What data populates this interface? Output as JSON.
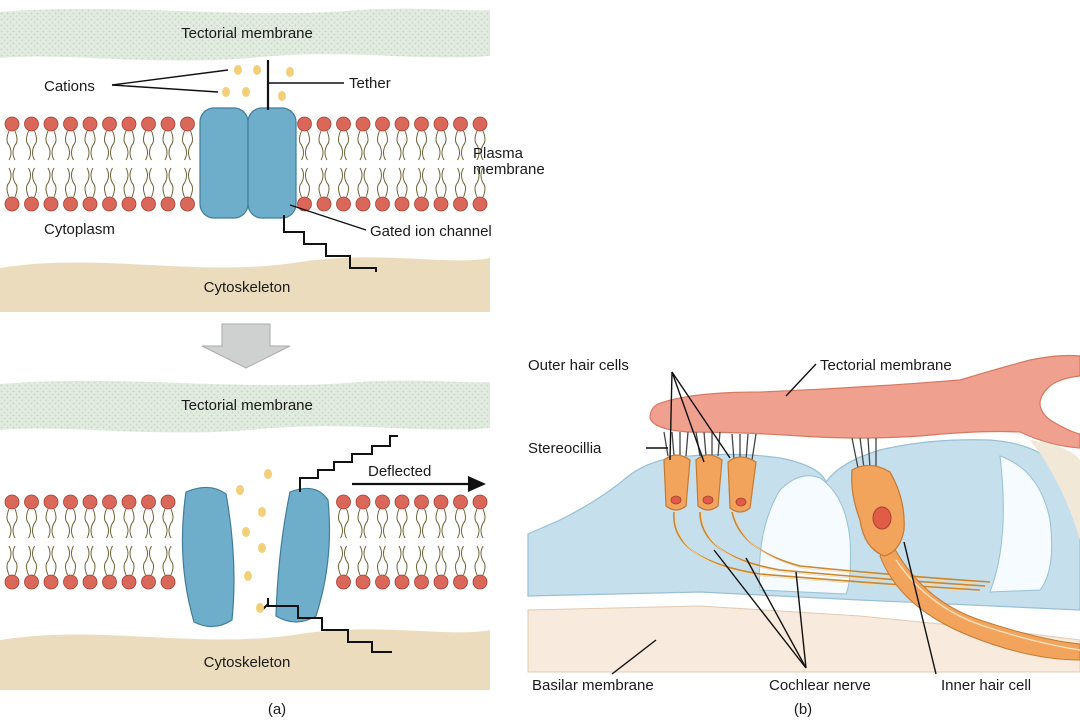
{
  "panel_a": {
    "top": {
      "tectorial_membrane": "Tectorial membrane",
      "cations": "Cations",
      "tether": "Tether",
      "plasma_membrane_line1": "Plasma",
      "plasma_membrane_line2": "membrane",
      "cytoplasm": "Cytoplasm",
      "gated_ion_channel": "Gated ion channel",
      "cytoskeleton": "Cytoskeleton"
    },
    "bottom": {
      "tectorial_membrane": "Tectorial membrane",
      "deflected": "Deflected",
      "cytoskeleton": "Cytoskeleton"
    },
    "caption": "(a)"
  },
  "panel_b": {
    "outer_hair_cells": "Outer hair cells",
    "tectorial_membrane": "Tectorial membrane",
    "stereocilia": "Stereocillia",
    "basilar_membrane": "Basilar membrane",
    "cochlear_nerve": "Cochlear nerve",
    "inner_hair_cell": "Inner hair cell",
    "caption": "(b)"
  },
  "colors": {
    "tectorial": "#dfe9de",
    "cytoskeleton": "#ecdcbe",
    "lipid_head": "#d9675a",
    "channel": "#6faecb",
    "cation": "#f3cf7a",
    "hair_cell": "#f2a35c",
    "tissue_blue": "#c5dfec",
    "tectorial_b": "#f0a08e"
  }
}
